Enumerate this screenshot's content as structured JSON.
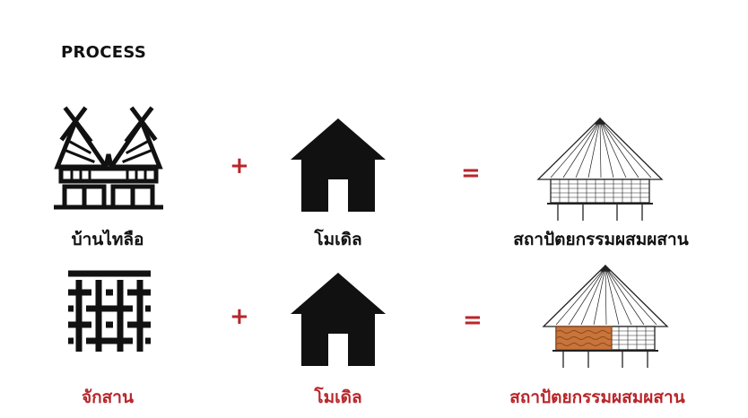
{
  "title": "PROCESS",
  "colors": {
    "accent": "#b8262b",
    "ink": "#111111",
    "weave": "#c8743a"
  },
  "rows": [
    {
      "left_label": "บ้านไทลือ",
      "left_label_color": "#111111",
      "left_icon": "tai-lue-house-icon",
      "plus": "+",
      "middle_label": "โมเดิล",
      "middle_label_color": "#111111",
      "middle_icon": "house-icon",
      "equals": "=",
      "right_label": "สถาปัตยกรรมผสมผสาน",
      "right_label_color": "#111111",
      "right_icon": "stilt-house-sketch-icon"
    },
    {
      "left_label": "จักสาน",
      "left_label_color": "#b8262b",
      "left_icon": "weave-pattern-icon",
      "plus": "+",
      "middle_label": "โมเดิล",
      "middle_label_color": "#b8262b",
      "middle_icon": "house-icon",
      "equals": "=",
      "right_label": "สถาปัตยกรรมผสมผสาน",
      "right_label_color": "#b8262b",
      "right_icon": "stilt-house-woven-sketch-icon"
    }
  ]
}
